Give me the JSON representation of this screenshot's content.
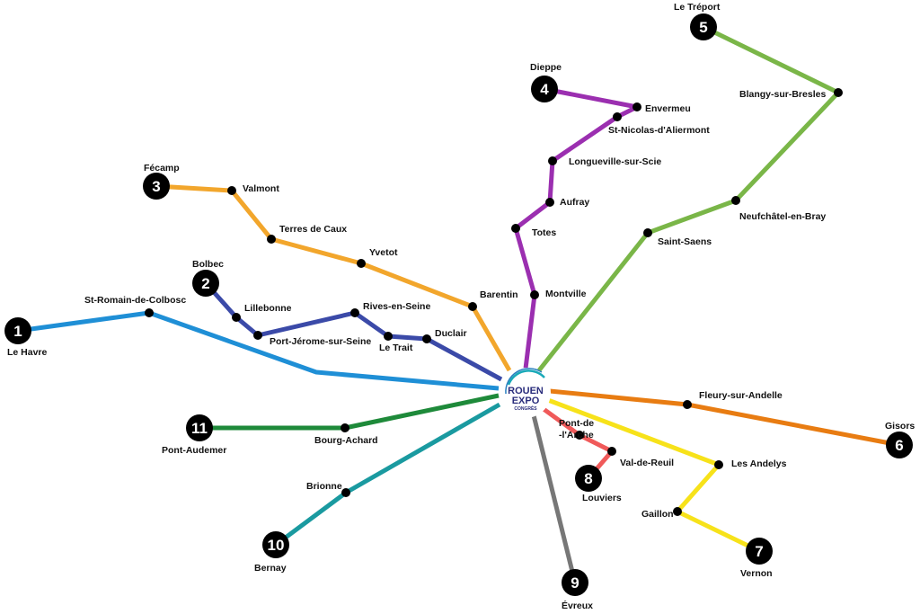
{
  "title": "Rouen Expo Congrès network map",
  "logo": {
    "line1": "ROUEN",
    "line2": "EXPO",
    "line3": "CONGRÈS"
  },
  "lines": [
    {
      "number": "1",
      "color": "#1f8fd6",
      "stations": [
        "Le Havre",
        "St-Romain-de-Colbosc"
      ]
    },
    {
      "number": "2",
      "color": "#3b4aa8",
      "stations": [
        "Bolbec",
        "Lillebonne",
        "Port-Jérome-sur-Seine",
        "Rives-en-Seine",
        "Le Trait",
        "Duclair"
      ]
    },
    {
      "number": "3",
      "color": "#f2a62c",
      "stations": [
        "Fécamp",
        "Valmont",
        "Terres de Caux",
        "Yvetot",
        "Barentin"
      ]
    },
    {
      "number": "4",
      "color": "#9b2fb0",
      "stations": [
        "Dieppe",
        "Envermeu",
        "St-Nicolas-d'Aliermont",
        "Longueville-sur-Scie",
        "Aufray",
        "Totes",
        "Montville"
      ]
    },
    {
      "number": "5",
      "color": "#7ab648",
      "stations": [
        "Le Tréport",
        "Blangy-sur-Bresles",
        "Neufchâtel-en-Bray",
        "Saint-Saens"
      ]
    },
    {
      "number": "6",
      "color": "#e87c12",
      "stations": [
        "Gisors",
        "Fleury-sur-Andelle"
      ]
    },
    {
      "number": "7",
      "color": "#f7e21a",
      "stations": [
        "Vernon",
        "Gaillon",
        "Les Andelys"
      ]
    },
    {
      "number": "8",
      "color": "#f05a5a",
      "stations": [
        "Louviers",
        "Val-de-Reuil",
        "Pont-de\n-l'Arche"
      ]
    },
    {
      "number": "9",
      "color": "#777777",
      "stations": [
        "Évreux"
      ]
    },
    {
      "number": "10",
      "color": "#1a9aa0",
      "stations": [
        "Bernay",
        "Brionne"
      ]
    },
    {
      "number": "11",
      "color": "#1e8a3a",
      "stations": [
        "Pont-Audemer",
        "Bourg-Achard"
      ]
    }
  ]
}
